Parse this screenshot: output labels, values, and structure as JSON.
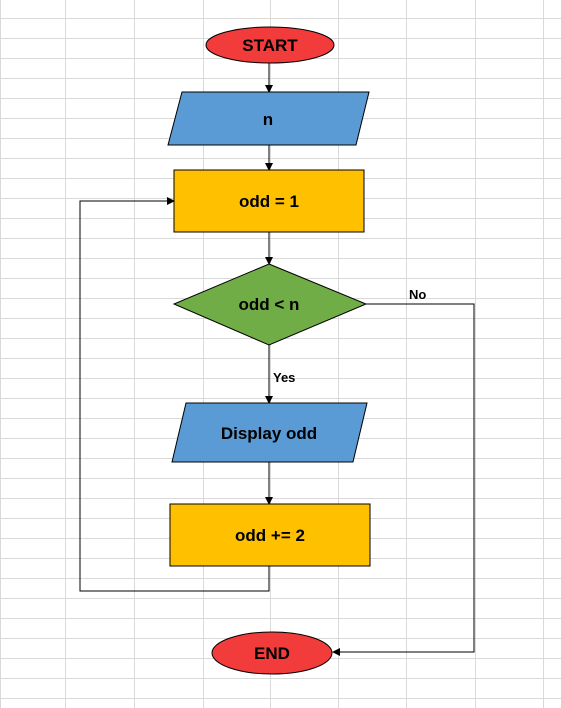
{
  "nodes": {
    "start": {
      "label": "START"
    },
    "input_n": {
      "label": "n"
    },
    "init_odd": {
      "label": "odd = 1"
    },
    "condition": {
      "label": "odd < n"
    },
    "display": {
      "label": "Display odd"
    },
    "increment": {
      "label": "odd += 2"
    },
    "end": {
      "label": "END"
    }
  },
  "edges": {
    "yes_label": "Yes",
    "no_label": "No"
  },
  "colors": {
    "terminal": "#f23b3b",
    "io": "#5b9bd5",
    "process": "#ffc000",
    "decision": "#70ad47",
    "grid": "#d9d9d9",
    "line": "#000000"
  }
}
